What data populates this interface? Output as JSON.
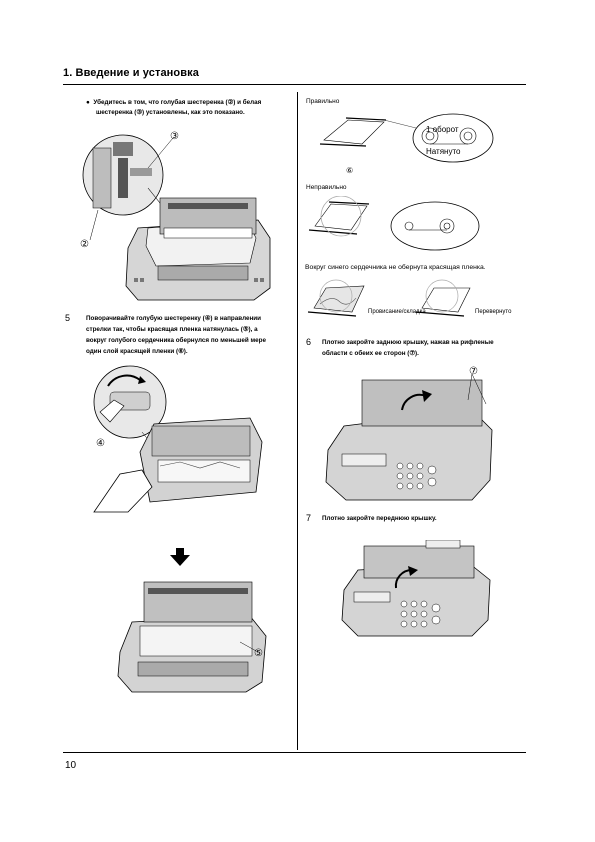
{
  "header": {
    "title": "1. Введение и установка"
  },
  "left": {
    "bullet": {
      "line1": "Убедитесь в том, что голубая шестеренка (②) и белая",
      "line2": "шестеренка (③) установлены, как это показано."
    },
    "callouts": {
      "c2": "②",
      "c3": "③",
      "c4": "④",
      "c5": "⑤"
    },
    "step5": {
      "number": "5",
      "line1": "Поворачивайте голубую шестеренку (④) в направлении",
      "line2": "стрелки так, чтобы красящая пленка натянулась (⑤), а",
      "line3": "вокруг голубого сердечника обернулся по меньшей мере",
      "line4": "один слой красящей пленки (⑥)."
    }
  },
  "right": {
    "correct_label": "Правильно",
    "one_turn": "1 оборот",
    "taut": "Натянуто",
    "c6": "⑥",
    "incorrect_label": "Неправильно",
    "not_wrapped_caption": "Вокруг синего сердечника не обернута красящая пленка.",
    "slack_label": "Провисание/складка",
    "reversed_label": "Перевернуто",
    "step6": {
      "number": "6",
      "line1": "Плотно закройте заднюю крышку, нажав на рифленые",
      "line2": "области с обеих ее сторон (⑦)."
    },
    "c7": "⑦",
    "step7": {
      "number": "7",
      "line1": "Плотно закройте переднюю крышку."
    }
  },
  "footer": {
    "page_number": "10"
  }
}
